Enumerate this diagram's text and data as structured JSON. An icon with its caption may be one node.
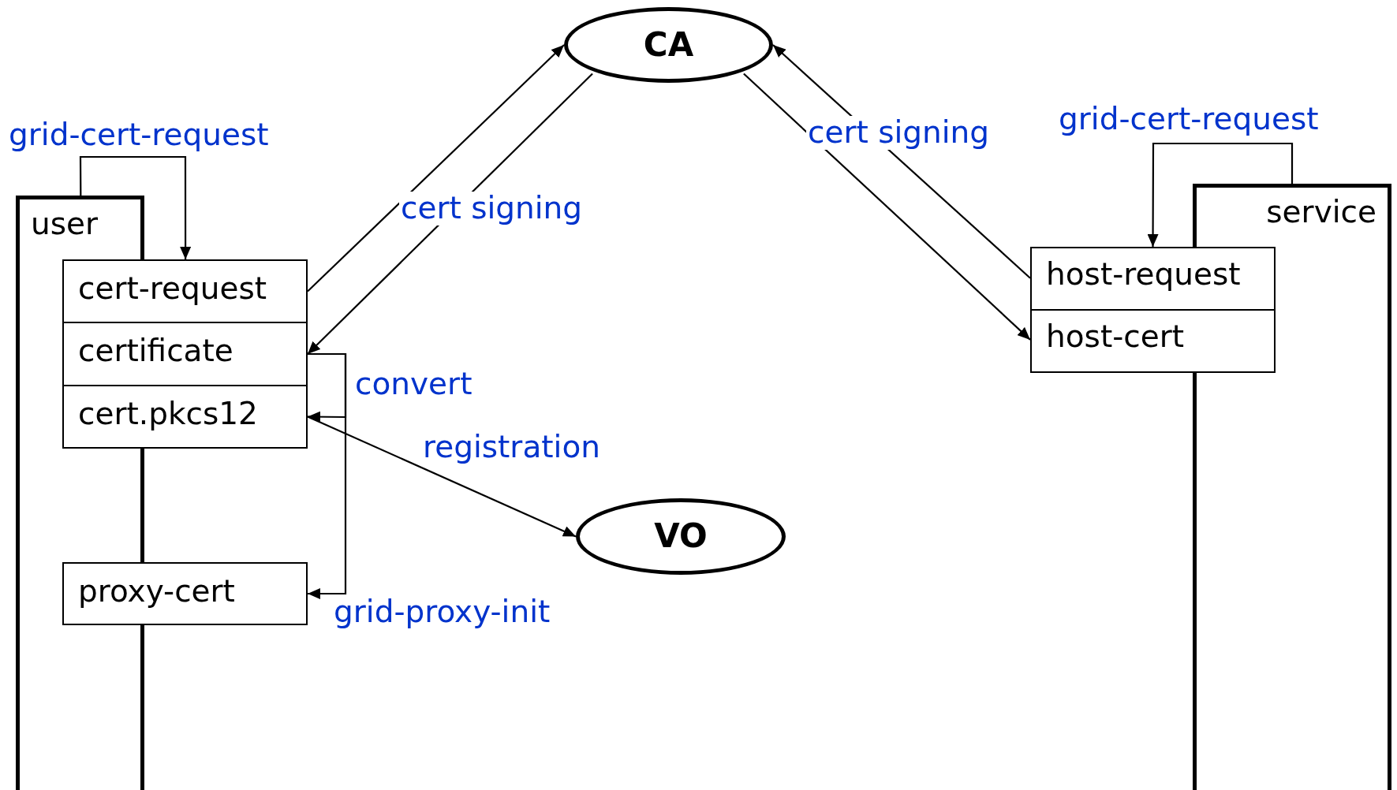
{
  "diagram": {
    "nodes": [
      {
        "text": [
          "CA"
        ]
      },
      {
        "text": [
          "user"
        ]
      },
      {
        "text": [
          "cert-request"
        ]
      },
      {
        "text": [
          "certificate"
        ]
      },
      {
        "text": [
          "cert.pkcs12"
        ]
      },
      {
        "text": [
          "proxy-cert"
        ]
      },
      {
        "text": [
          "VO"
        ]
      },
      {
        "text": [
          "service"
        ]
      },
      {
        "text": [
          "host-request"
        ]
      },
      {
        "text": [
          "host-cert"
        ]
      }
    ],
    "edges": [
      {
        "from": 2,
        "to": 0,
        "arrow": "to"
      },
      {
        "from": 0,
        "to": 3,
        "arrow": "to",
        "label": "cert signing"
      },
      {
        "from": 8,
        "to": 0,
        "arrow": "to"
      },
      {
        "from": 0,
        "to": 9,
        "arrow": "to",
        "label": "cert signing"
      },
      {
        "from": 1,
        "to": 2,
        "arrow": "to",
        "label": "grid-cert-request"
      },
      {
        "from": 7,
        "to": 8,
        "arrow": "to",
        "label": "grid-cert-request"
      },
      {
        "from": 3,
        "to": 4,
        "arrow": "to",
        "label": "convert"
      },
      {
        "from": 3,
        "to": 5,
        "arrow": "to",
        "label": "grid-proxy-init"
      },
      {
        "from": 4,
        "to": 6,
        "arrow": "to",
        "label": "registration"
      }
    ]
  }
}
